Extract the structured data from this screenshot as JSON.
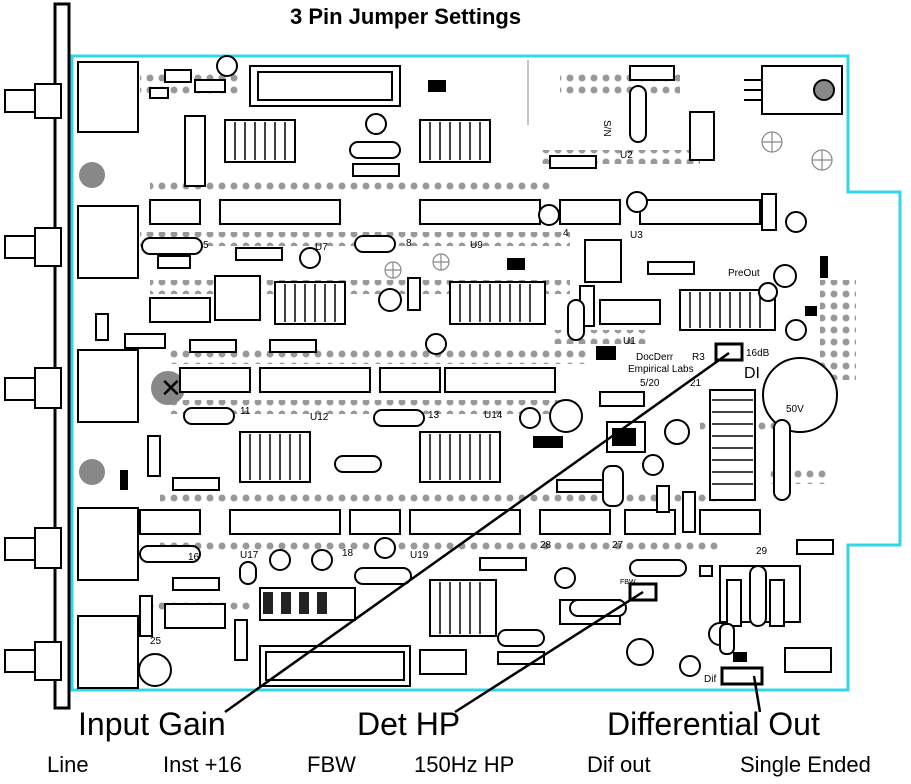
{
  "title": "3 Pin Jumper Settings",
  "board_labels": {
    "u7": "U7",
    "u9": "U9",
    "u12": "U12",
    "u14": "U14",
    "u17": "U17",
    "u19": "U19",
    "u1": "U1",
    "u2": "U2",
    "u3": "U3",
    "n5": "5",
    "n8": "8",
    "n4": "4",
    "n11": "11",
    "n13": "13",
    "n16": "16",
    "n18": "18",
    "n25": "25",
    "n28": "28",
    "n27": "27",
    "n29": "29",
    "n21": "21",
    "sn": "S/N",
    "preout": "PreOut",
    "docderr": "DocDerr",
    "r3": "R3",
    "db16": "16dB",
    "empirical": "Empirical Labs",
    "date": "5/20",
    "v50": "50V",
    "di": "DI",
    "fbw_small": "FBW",
    "dif_small": "Dif"
  },
  "callouts": {
    "input_gain": "Input Gain",
    "det_hp": "Det HP",
    "differential_out": "Differential Out"
  },
  "options": {
    "line": "Line",
    "inst16": "Inst +16",
    "fbw": "FBW",
    "hp150": "150Hz HP",
    "difout": "Dif out",
    "single": "Single Ended"
  }
}
